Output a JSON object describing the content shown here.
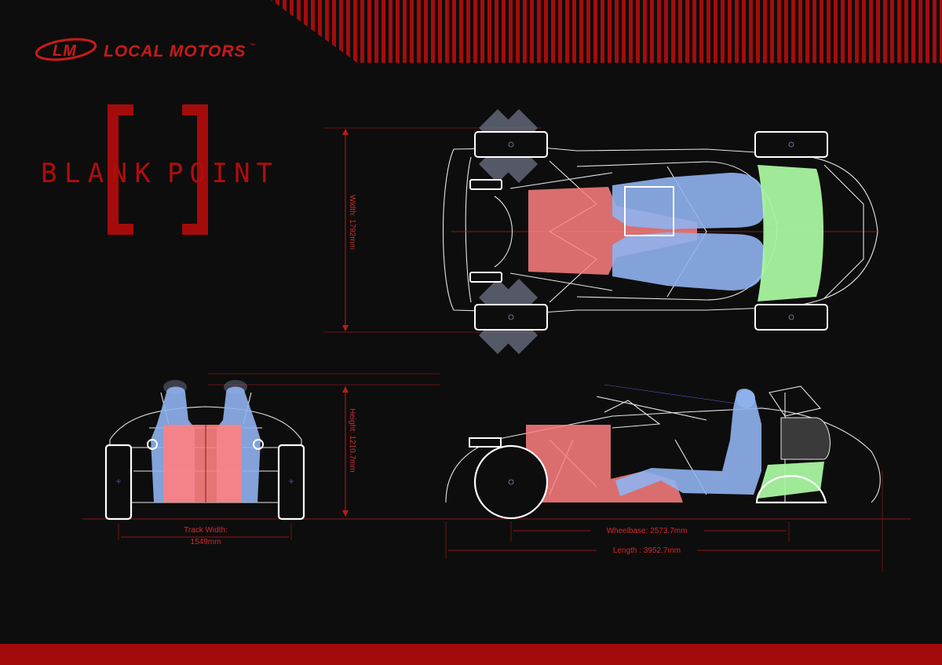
{
  "brand": {
    "logo_mark": "LM",
    "name": "LOCAL MOTORS",
    "trademark": "™"
  },
  "title": {
    "word1": "BLANK",
    "word2": "POINT"
  },
  "dimensions": {
    "width": "Width: 1792mm",
    "height": "Height: 1210.7mm",
    "track_width_line1": "Track Width:",
    "track_width_line2": "1549mm",
    "wheelbase": "Wheelbase: 2573.7mm",
    "length": "Length : 3952.7mm"
  },
  "colors": {
    "background": "#0d0d0d",
    "accent_red": "#b10d0d",
    "drivetrain_zone": "#ff8080",
    "occupant_zone": "#8fb3f0",
    "cargo_zone": "#a9f5a0",
    "outline": "#ffffff"
  }
}
